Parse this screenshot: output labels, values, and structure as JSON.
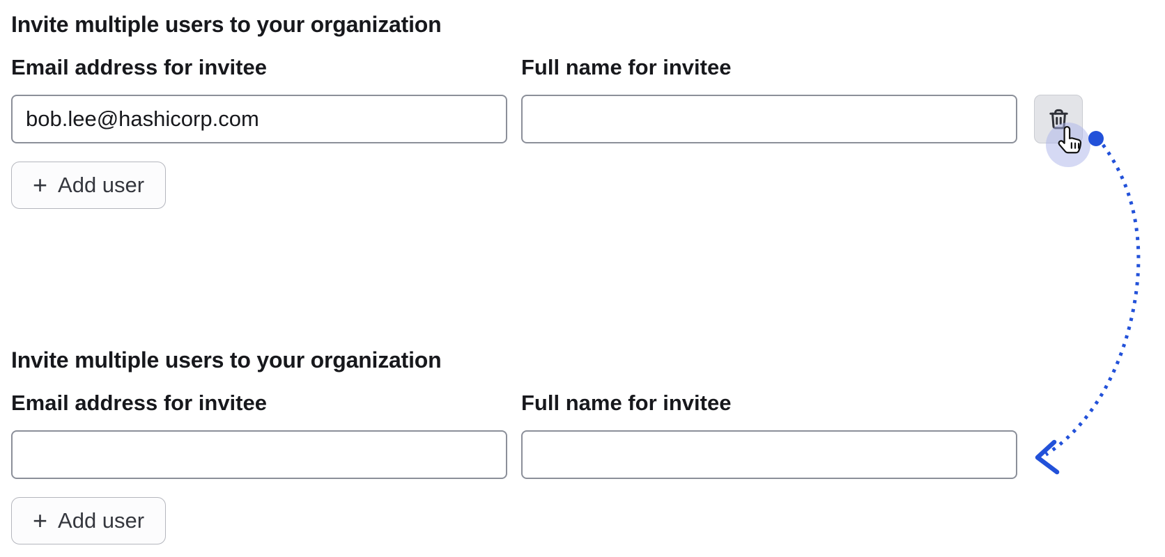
{
  "sections": [
    {
      "title": "Invite multiple users to your organization",
      "email_label": "Email address for invitee",
      "email_value": "bob.lee@hashicorp.com",
      "name_label": "Full name for invitee",
      "name_value": "",
      "add_user_button": "Add user",
      "plus_glyph": "+"
    },
    {
      "title": "Invite multiple users to your organization",
      "email_label": "Email address for invitee",
      "email_value": "",
      "name_label": "Full name for invitee",
      "name_value": "",
      "add_user_button": "Add user",
      "plus_glyph": "+"
    }
  ],
  "icons": {
    "delete_button": "trash-icon",
    "cursor": "hand-pointer-cursor",
    "arrow": "dotted-flow-arrow"
  },
  "colors": {
    "accent_blue": "#2251d9",
    "input_border": "#8b8f99",
    "delete_button_bg": "#e3e4e8",
    "add_button_bg": "#fcfcfd",
    "text": "#17181c",
    "click_glow": "#acb4e9"
  }
}
